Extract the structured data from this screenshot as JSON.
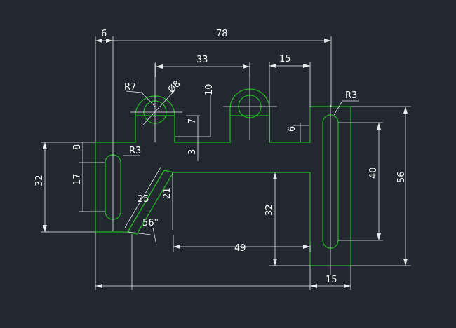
{
  "drawing": {
    "background": "#212830",
    "part_color": "#1fb41f",
    "dimension_color": "#e8ecef",
    "labels": {
      "dim_6_top": "6",
      "dim_78": "78",
      "dim_33": "33",
      "dim_15_top": "15",
      "r7": "R7",
      "dia8": "Ø8",
      "dim_10": "10",
      "dim_7": "7",
      "dim_3": "3",
      "dim_6_mid": "6",
      "r3_right": "R3",
      "r3_left": "R3",
      "dim_8": "8",
      "dim_17": "17",
      "dim_32_left": "32",
      "dim_25": "25",
      "dim_21": "21",
      "angle_56": "56°",
      "dim_32_inner": "32",
      "dim_49": "49",
      "dim_40": "40",
      "dim_56": "56",
      "dim_15_bottom": "15"
    }
  }
}
